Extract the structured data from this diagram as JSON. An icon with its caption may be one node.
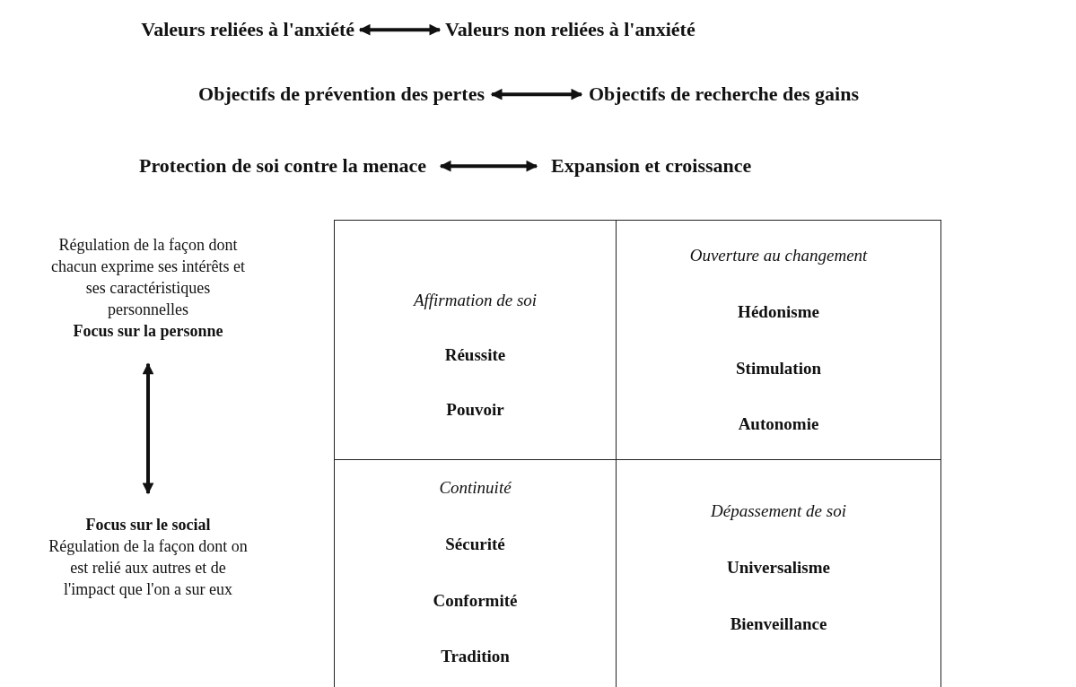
{
  "diagram": {
    "nodes": [
      {
        "text": [
          "Valeurs reliées à l'anxiété"
        ]
      },
      {
        "text": [
          "Valeurs non reliées à l'anxiété"
        ]
      },
      {
        "text": [
          "Objectifs de prévention des pertes"
        ]
      },
      {
        "text": [
          "Objectifs de recherche des gains"
        ]
      },
      {
        "text": [
          "Protection de soi contre la menace"
        ]
      },
      {
        "text": [
          "Expansion et croissance"
        ]
      },
      {
        "text": [
          "Régulation de la façon dont chacun exprime ses intérêts et ses caractéristiques personnelles",
          "Focus sur la personne"
        ]
      },
      {
        "text": [
          "Focus sur le social",
          "Régulation de la façon dont on est relié aux autres et de l'impact que l'on a sur eux"
        ]
      },
      {
        "text": [
          "Affirmation de soi",
          "Réussite",
          "Pouvoir"
        ]
      },
      {
        "text": [
          "Ouverture au changement",
          "Hédonisme",
          "Stimulation",
          "Autonomie"
        ]
      },
      {
        "text": [
          "Continuité",
          "Sécurité",
          "Conformité",
          "Tradition"
        ]
      },
      {
        "text": [
          "Dépassement de soi",
          "Universalisme",
          "Bienveillance"
        ]
      }
    ],
    "edges": [
      {
        "from": 0,
        "to": 1,
        "arrow": "both"
      },
      {
        "from": 2,
        "to": 3,
        "arrow": "both"
      },
      {
        "from": 4,
        "to": 5,
        "arrow": "both"
      },
      {
        "from": 6,
        "to": 7,
        "arrow": "both"
      }
    ]
  }
}
